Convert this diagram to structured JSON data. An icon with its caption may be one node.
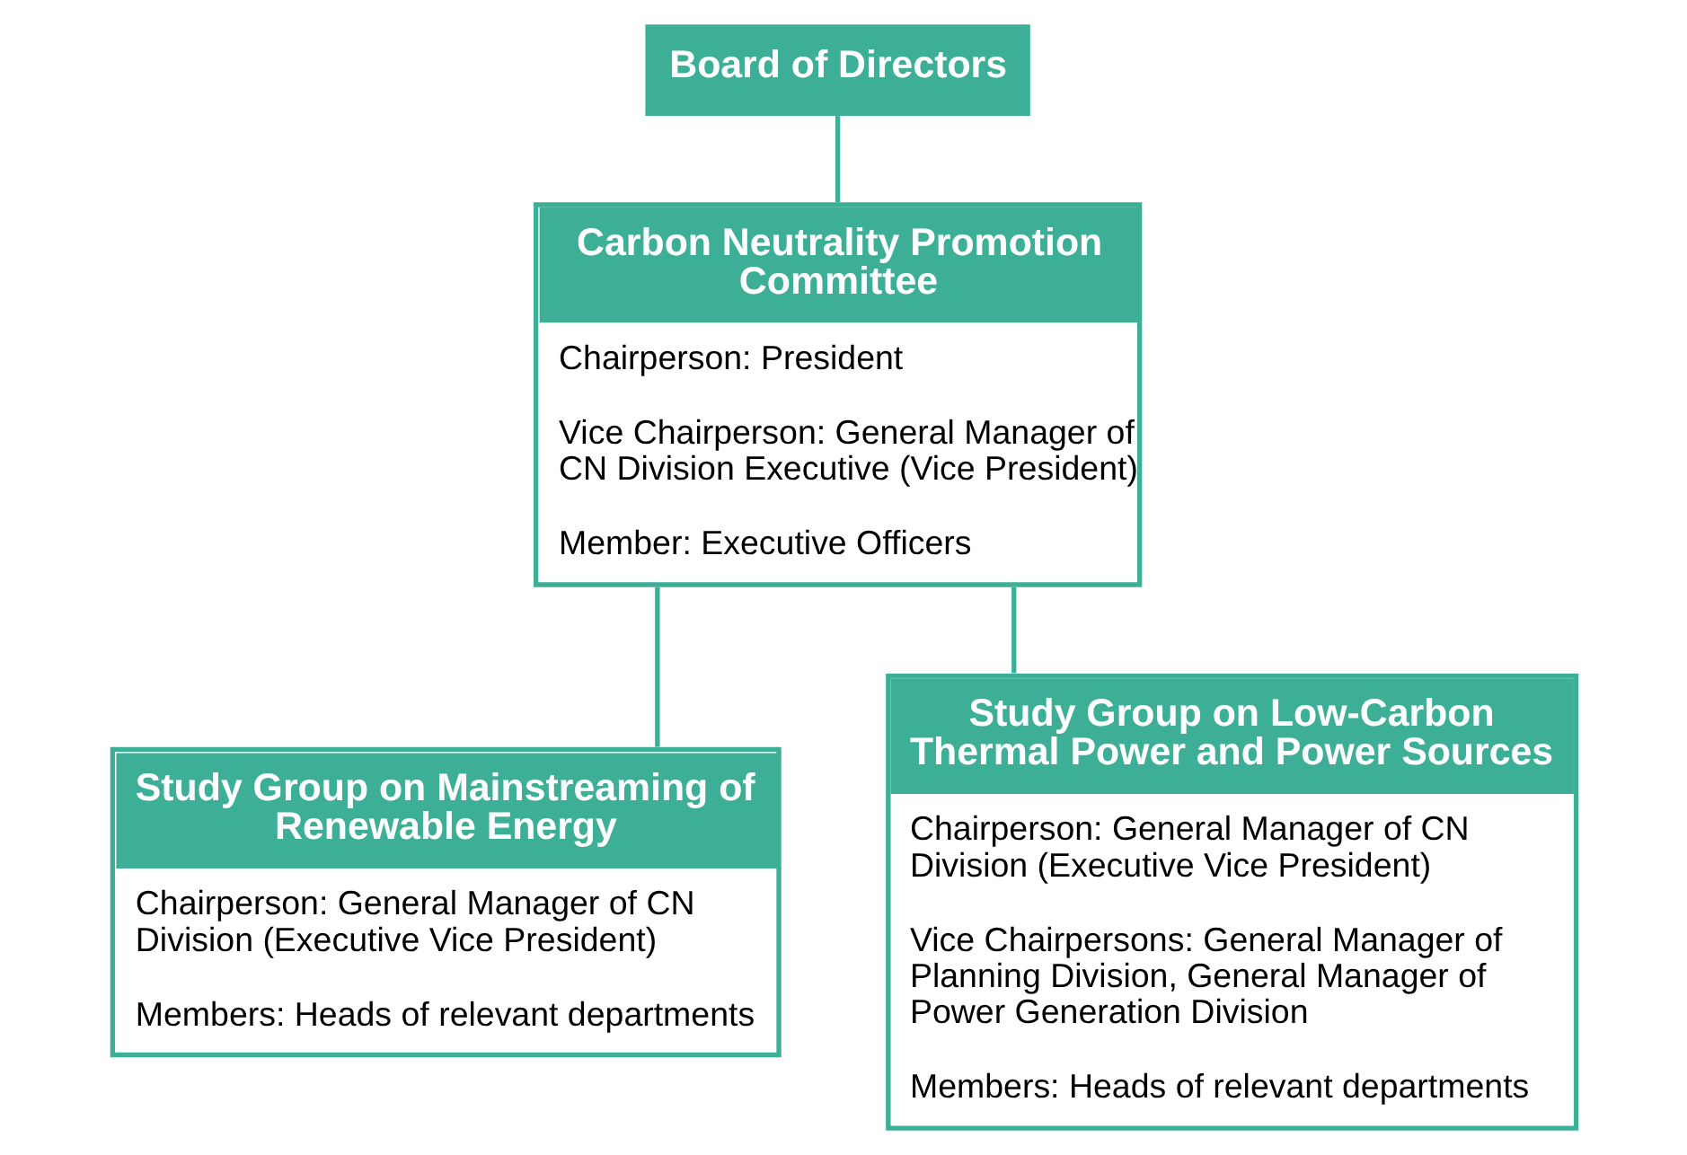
{
  "diagram": {
    "nodes": [
      {
        "text": [
          "Board of Directors"
        ]
      },
      {
        "text": [
          "Carbon Neutrality Promotion Committee",
          "Chairperson: President",
          "Vice Chairperson: General Manager of CN Division Executive (Vice President)",
          "Member: Executive Officers"
        ]
      },
      {
        "text": [
          "Study Group on Mainstreaming of Renewable Energy",
          "Chairperson: General Manager of CN Division (Executive Vice President)",
          "Members: Heads of relevant departments"
        ]
      },
      {
        "text": [
          "Study Group on Low-Carbon Thermal Power and Power Sources",
          "Chairperson: General Manager of CN Division (Executive Vice President)",
          "Vice Chairpersons: General Manager of Planning Division, General Manager of Power Generation Division",
          "Members: Heads of relevant departments"
        ]
      }
    ],
    "edges": [
      {
        "from": 0,
        "to": 1,
        "arrow": "none"
      },
      {
        "from": 1,
        "to": 2,
        "arrow": "none"
      },
      {
        "from": 1,
        "to": 3,
        "arrow": "none"
      }
    ]
  }
}
